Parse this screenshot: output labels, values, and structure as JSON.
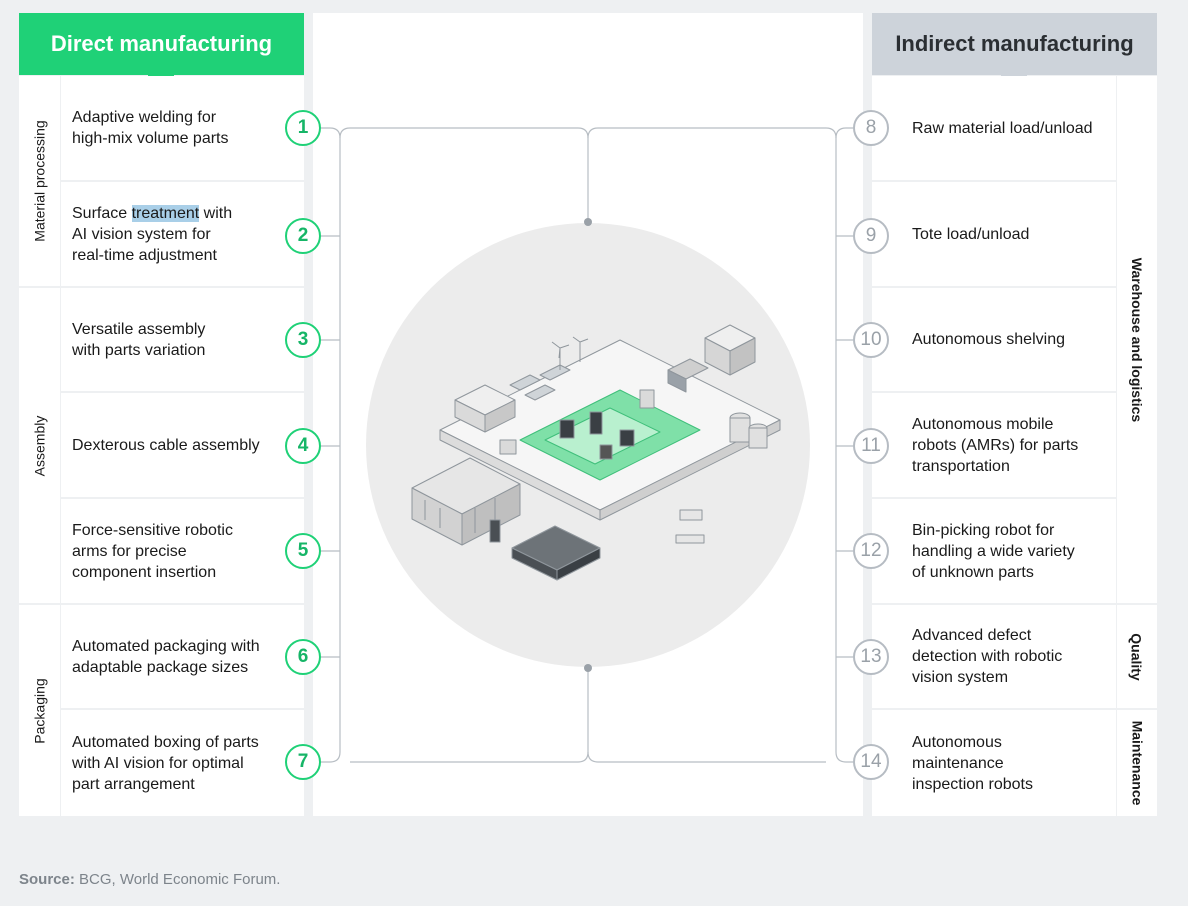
{
  "headers": {
    "direct": "Direct manufacturing",
    "indirect": "Indirect manufacturing",
    "arrow_glyph": "↓"
  },
  "left_categories": [
    "Material processing",
    "Assembly",
    "Packaging"
  ],
  "right_categories": [
    "Warehouse and logistics",
    "Quality",
    "Maintenance"
  ],
  "left_items": [
    {
      "num": "1",
      "text": "Adaptive welding for\nhigh-mix volume parts"
    },
    {
      "num": "2",
      "pre": "Surface ",
      "highlight": "treatment",
      "post": " with\nAI vision system for\nreal-time adjustment"
    },
    {
      "num": "3",
      "text": "Versatile assembly\nwith parts variation"
    },
    {
      "num": "4",
      "text": "Dexterous cable assembly"
    },
    {
      "num": "5",
      "text": "Force-sensitive robotic\narms for precise\ncomponent insertion"
    },
    {
      "num": "6",
      "text": "Automated packaging with\nadaptable package sizes"
    },
    {
      "num": "7",
      "text": "Automated boxing of parts\nwith AI vision for optimal\npart arrangement"
    }
  ],
  "right_items": [
    {
      "num": "8",
      "text": "Raw material load/unload"
    },
    {
      "num": "9",
      "text": "Tote load/unload"
    },
    {
      "num": "10",
      "text": "Autonomous shelving"
    },
    {
      "num": "11",
      "text": "Autonomous mobile\nrobots (AMRs) for parts\ntransportation"
    },
    {
      "num": "12",
      "text": "Bin-picking robot for\nhandling a wide variety\nof unknown parts"
    },
    {
      "num": "13",
      "text": "Advanced defect\ndetection with robotic\nvision system"
    },
    {
      "num": "14",
      "text": "Autonomous\nmaintenance\ninspection robots"
    }
  ],
  "source": {
    "label": "Source:",
    "text": " BCG, World Economic Forum."
  },
  "colors": {
    "direct": "#1fd177",
    "indirect": "#cdd3da",
    "background": "#eef0f2",
    "highlight": "#a9cfe8"
  }
}
